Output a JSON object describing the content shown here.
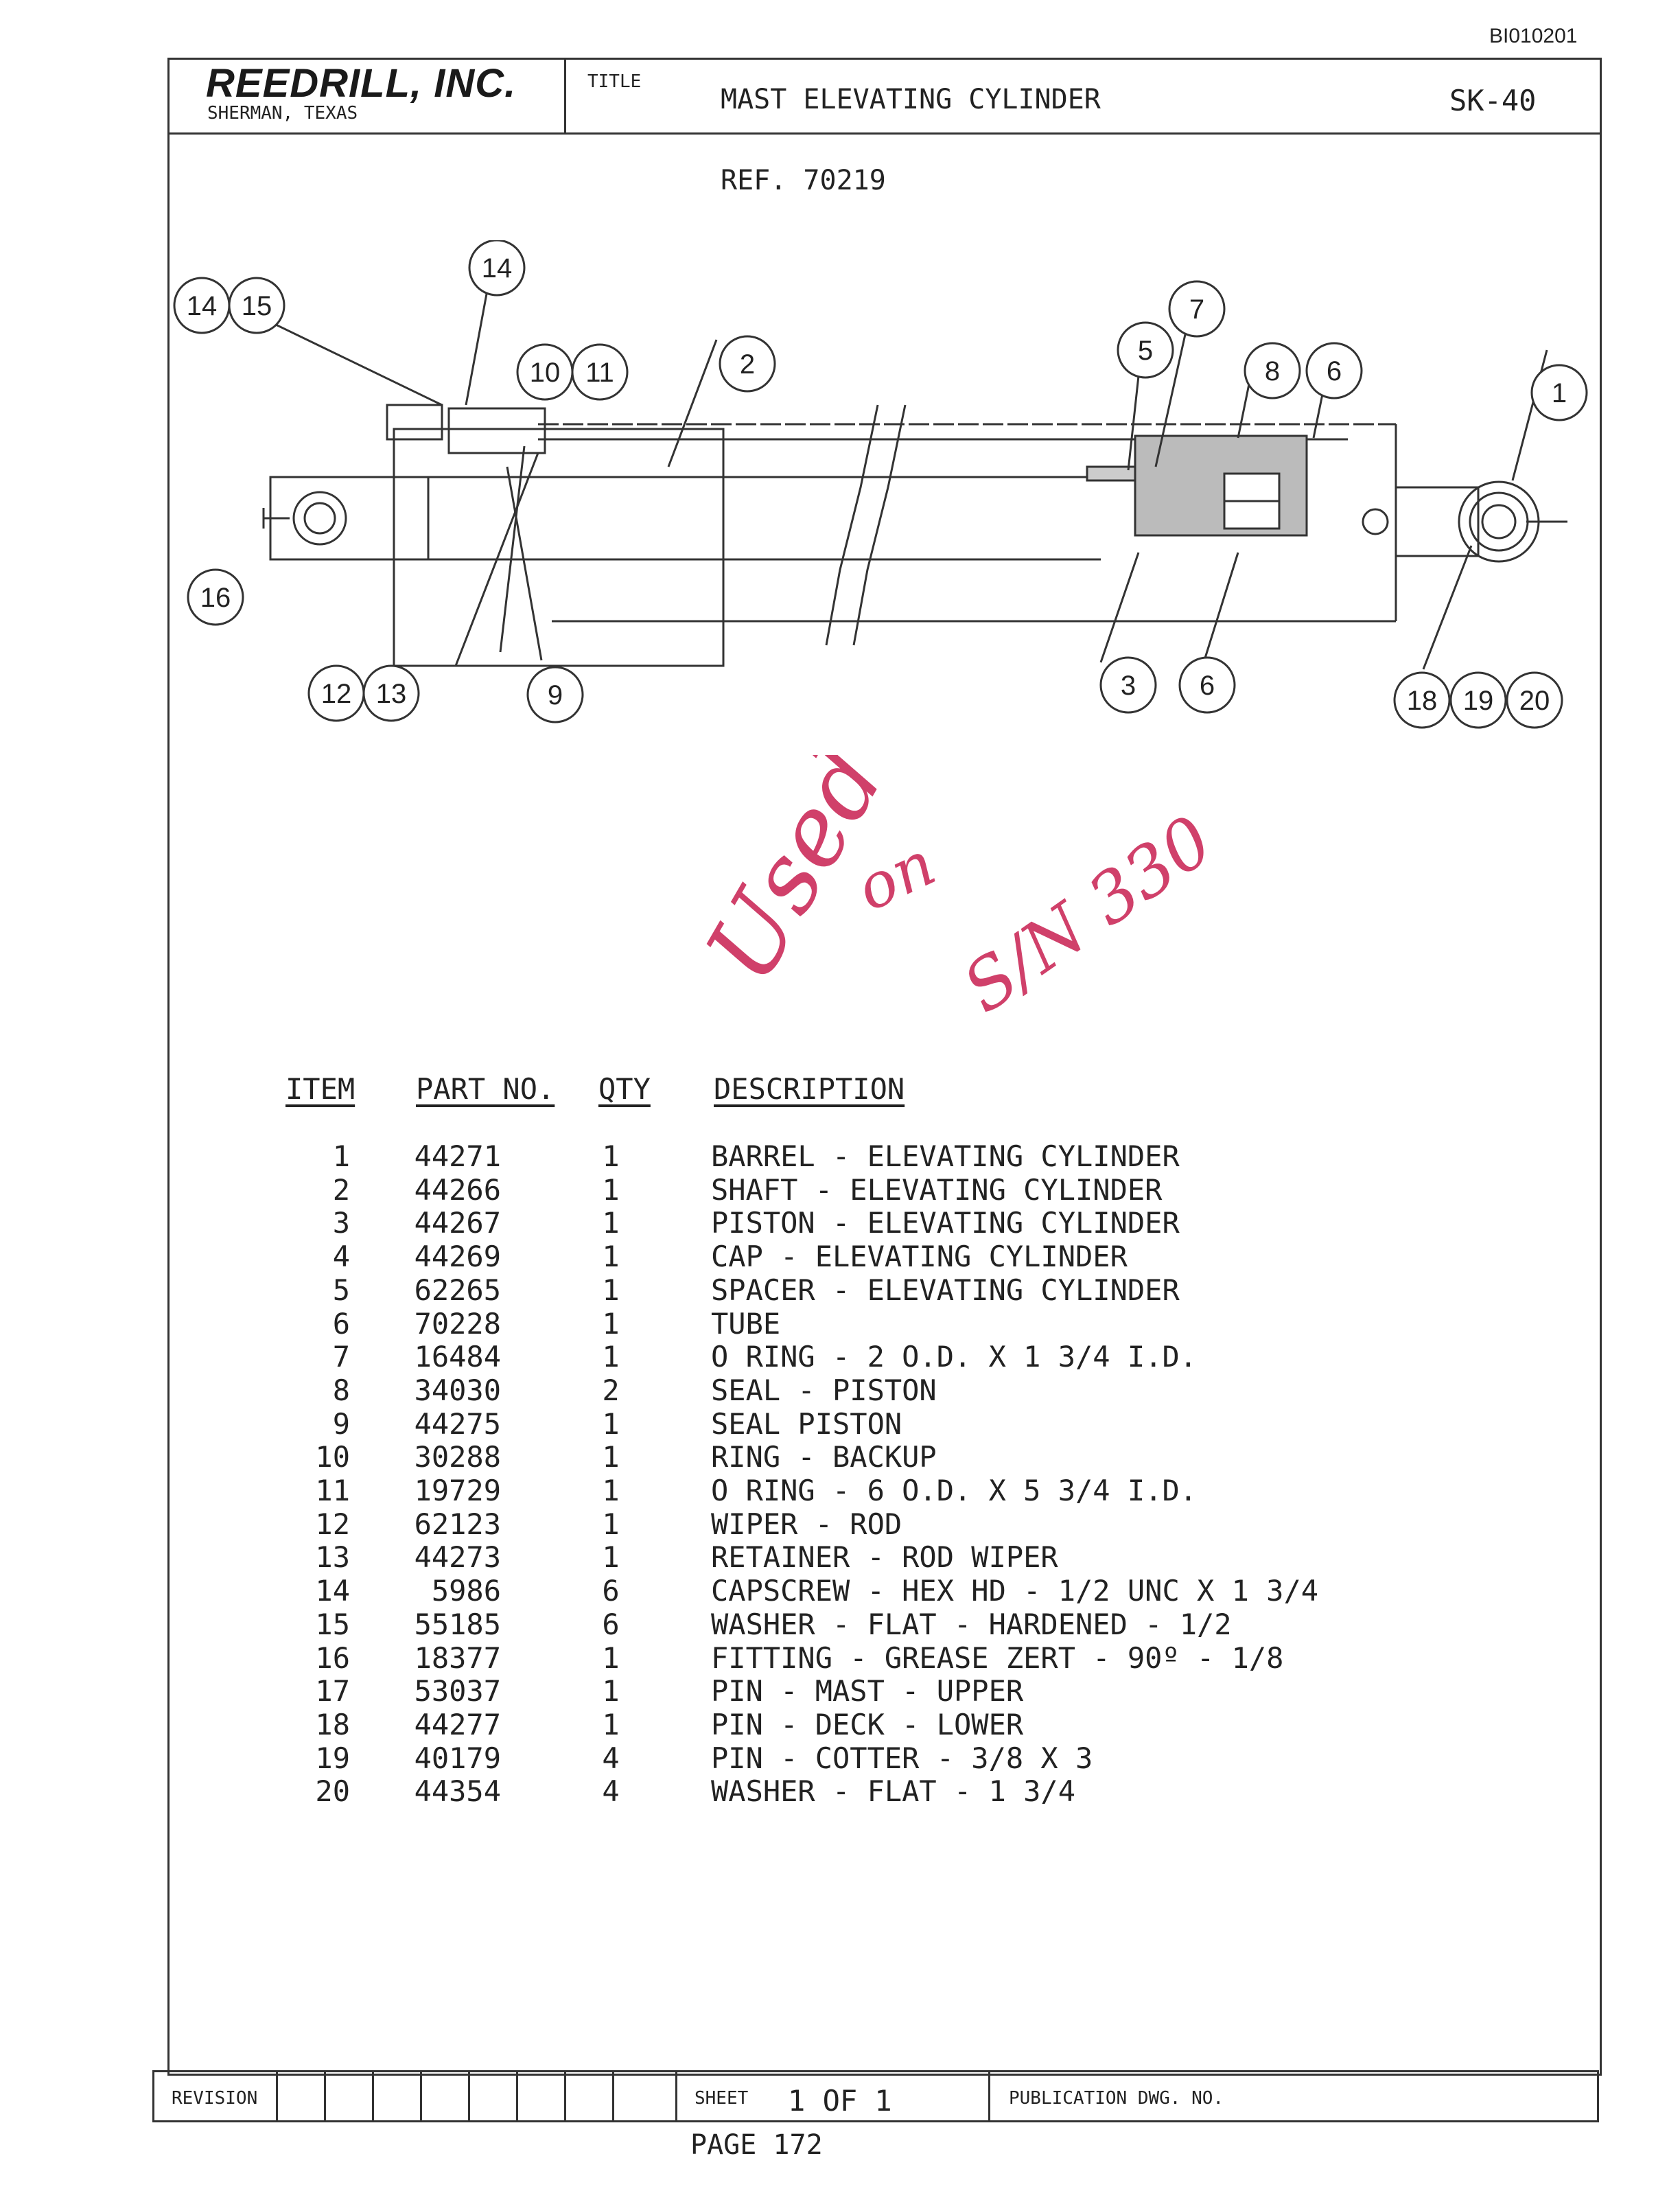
{
  "doc_id": "BI010201",
  "title_block": {
    "company": "REEDRILL, INC.",
    "location": "SHERMAN, TEXAS",
    "title_label": "TITLE",
    "title": "MAST ELEVATING CYLINDER",
    "drawing_no": "SK-40"
  },
  "reference": "REF. 70219",
  "callouts": [
    "14",
    "15",
    "14",
    "10",
    "11",
    "2",
    "5",
    "7",
    "8",
    "6",
    "1",
    "16",
    "12",
    "13",
    "9",
    "3",
    "6",
    "18",
    "19",
    "20"
  ],
  "handwritten_note": [
    "Used",
    "on",
    "S/N 330"
  ],
  "bom": {
    "headers": {
      "item": "ITEM",
      "part": "PART NO.",
      "qty": "QTY",
      "desc": "DESCRIPTION"
    },
    "rows": [
      {
        "item": "1",
        "part": "44271",
        "qty": "1",
        "desc": "BARREL - ELEVATING CYLINDER"
      },
      {
        "item": "2",
        "part": "44266",
        "qty": "1",
        "desc": "SHAFT - ELEVATING CYLINDER"
      },
      {
        "item": "3",
        "part": "44267",
        "qty": "1",
        "desc": "PISTON - ELEVATING CYLINDER"
      },
      {
        "item": "4",
        "part": "44269",
        "qty": "1",
        "desc": "CAP - ELEVATING CYLINDER"
      },
      {
        "item": "5",
        "part": "62265",
        "qty": "1",
        "desc": "SPACER - ELEVATING CYLINDER"
      },
      {
        "item": "6",
        "part": "70228",
        "qty": "1",
        "desc": "TUBE"
      },
      {
        "item": "7",
        "part": "16484",
        "qty": "1",
        "desc": "O RING - 2 O.D. X 1 3/4 I.D."
      },
      {
        "item": "8",
        "part": "34030",
        "qty": "2",
        "desc": "SEAL - PISTON"
      },
      {
        "item": "9",
        "part": "44275",
        "qty": "1",
        "desc": "SEAL PISTON"
      },
      {
        "item": "10",
        "part": "30288",
        "qty": "1",
        "desc": "RING - BACKUP"
      },
      {
        "item": "11",
        "part": "19729",
        "qty": "1",
        "desc": "O RING - 6 O.D. X 5 3/4 I.D."
      },
      {
        "item": "12",
        "part": "62123",
        "qty": "1",
        "desc": "WIPER - ROD"
      },
      {
        "item": "13",
        "part": "44273",
        "qty": "1",
        "desc": "RETAINER - ROD WIPER"
      },
      {
        "item": "14",
        "part": "5986",
        "qty": "6",
        "desc": "CAPSCREW - HEX HD - 1/2 UNC X 1 3/4"
      },
      {
        "item": "15",
        "part": "55185",
        "qty": "6",
        "desc": "WASHER - FLAT - HARDENED - 1/2"
      },
      {
        "item": "16",
        "part": "18377",
        "qty": "1",
        "desc": "FITTING - GREASE ZERT - 90º - 1/8"
      },
      {
        "item": "17",
        "part": "53037",
        "qty": "1",
        "desc": "PIN - MAST - UPPER"
      },
      {
        "item": "18",
        "part": "44277",
        "qty": "1",
        "desc": "PIN - DECK - LOWER"
      },
      {
        "item": "19",
        "part": "40179",
        "qty": "4",
        "desc": "PIN - COTTER - 3/8 X 3"
      },
      {
        "item": "20",
        "part": "44354",
        "qty": "4",
        "desc": "WASHER - FLAT - 1 3/4"
      }
    ]
  },
  "footer": {
    "revision_label": "REVISION",
    "sheet_label": "SHEET",
    "sheet_value": "1 OF 1",
    "publication_label": "PUBLICATION DWG. NO.",
    "page": "PAGE 172"
  }
}
